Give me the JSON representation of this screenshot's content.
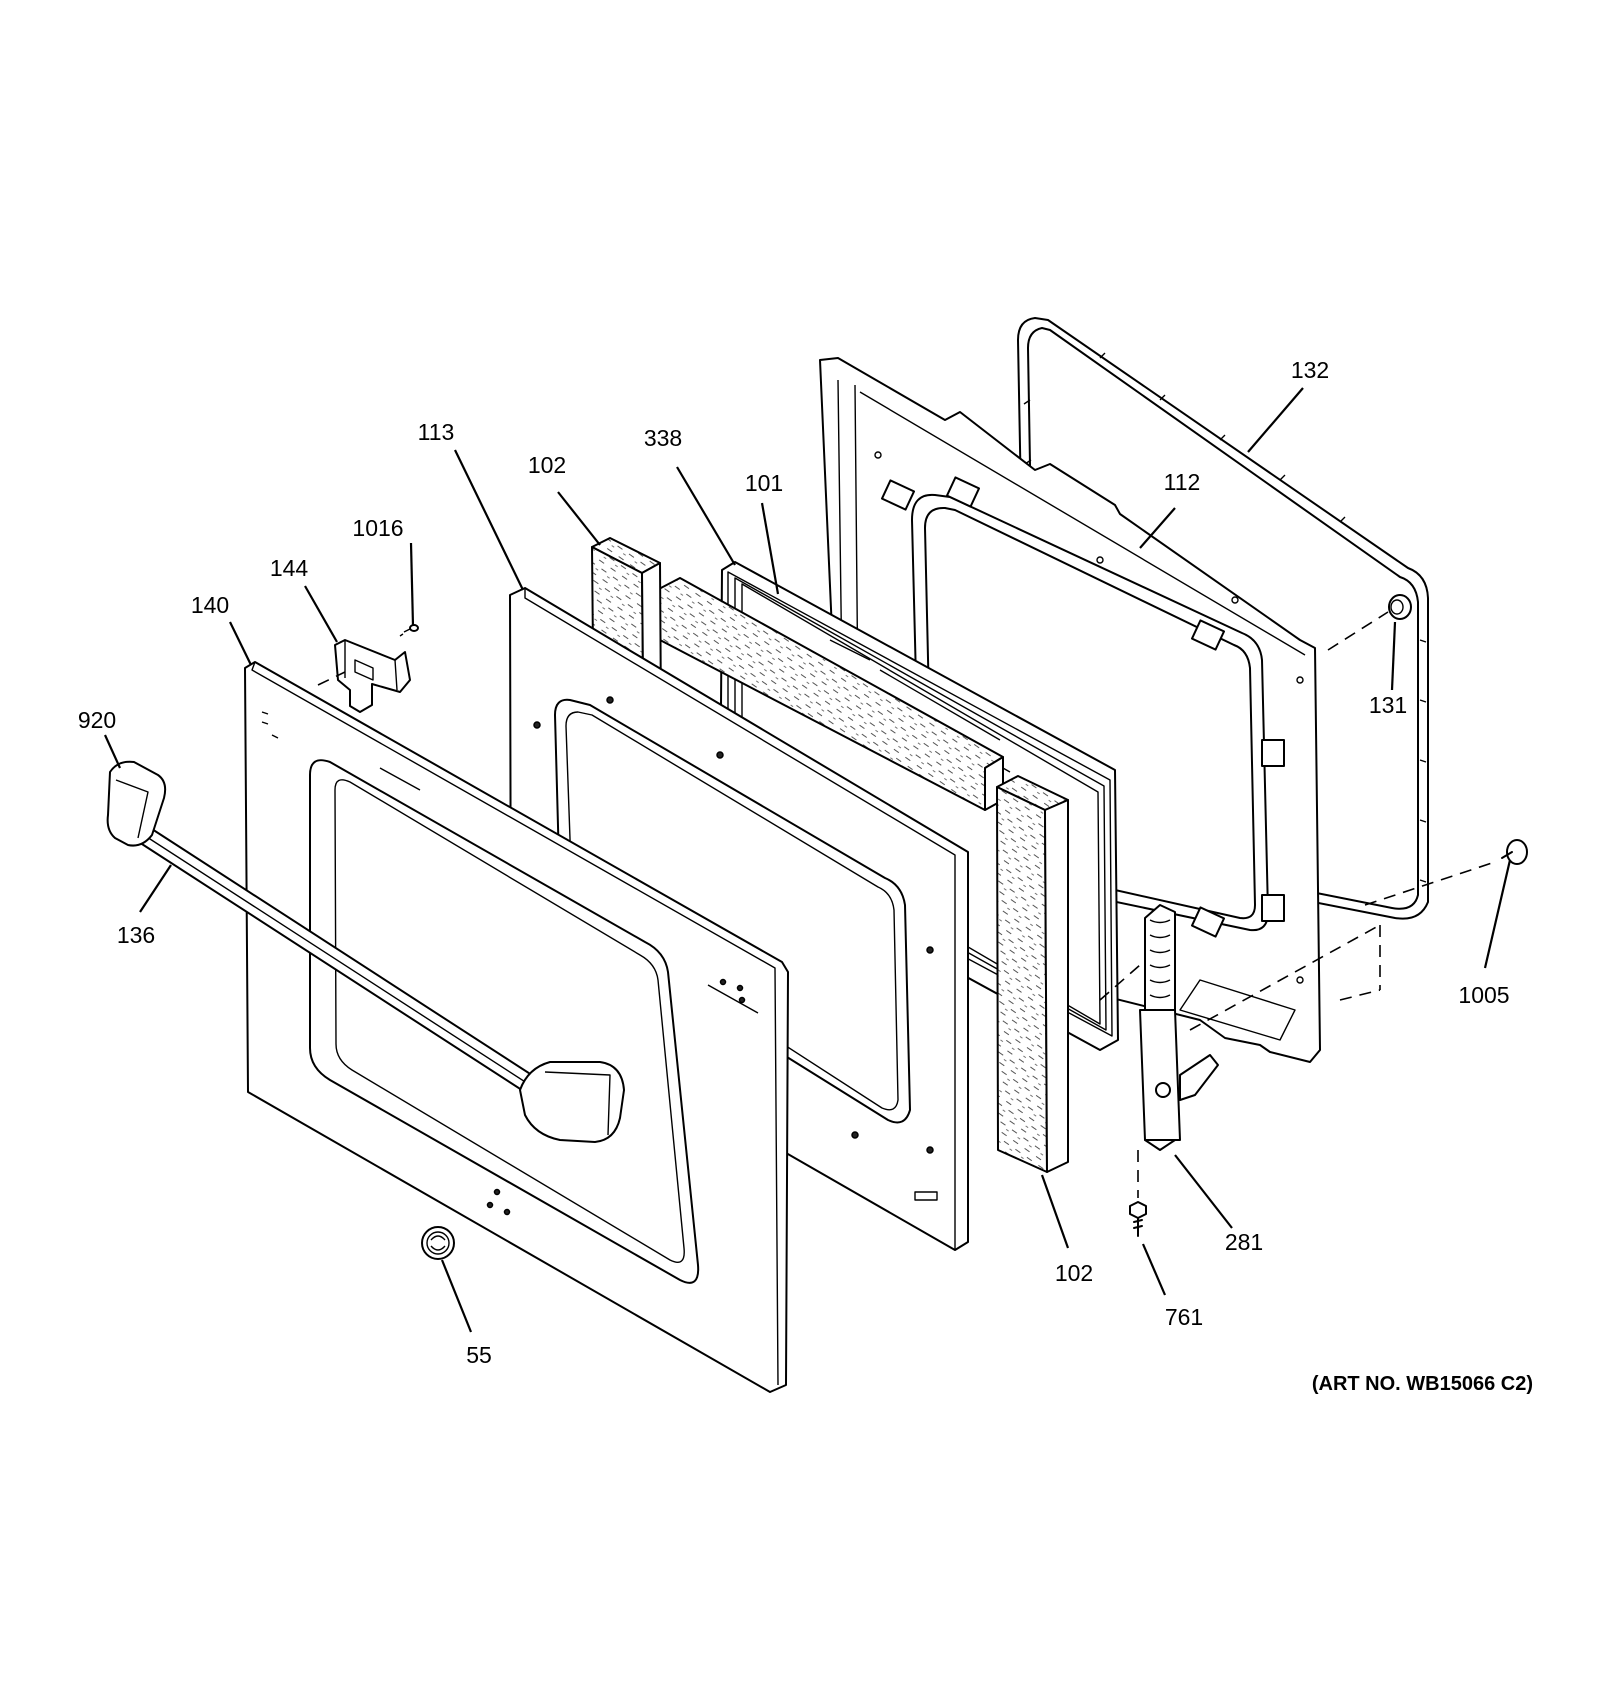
{
  "art_number": "(ART NO. WB15066 C2)",
  "callouts": [
    {
      "id": "132",
      "text": "132"
    },
    {
      "id": "112",
      "text": "112"
    },
    {
      "id": "131",
      "text": "131"
    },
    {
      "id": "113",
      "text": "113"
    },
    {
      "id": "338",
      "text": "338"
    },
    {
      "id": "102a",
      "text": "102"
    },
    {
      "id": "101",
      "text": "101"
    },
    {
      "id": "1016",
      "text": "1016"
    },
    {
      "id": "144",
      "text": "144"
    },
    {
      "id": "140",
      "text": "140"
    },
    {
      "id": "920",
      "text": "920"
    },
    {
      "id": "136",
      "text": "136"
    },
    {
      "id": "1005",
      "text": "1005"
    },
    {
      "id": "281",
      "text": "281"
    },
    {
      "id": "102b",
      "text": "102"
    },
    {
      "id": "761",
      "text": "761"
    },
    {
      "id": "55",
      "text": "55"
    }
  ]
}
